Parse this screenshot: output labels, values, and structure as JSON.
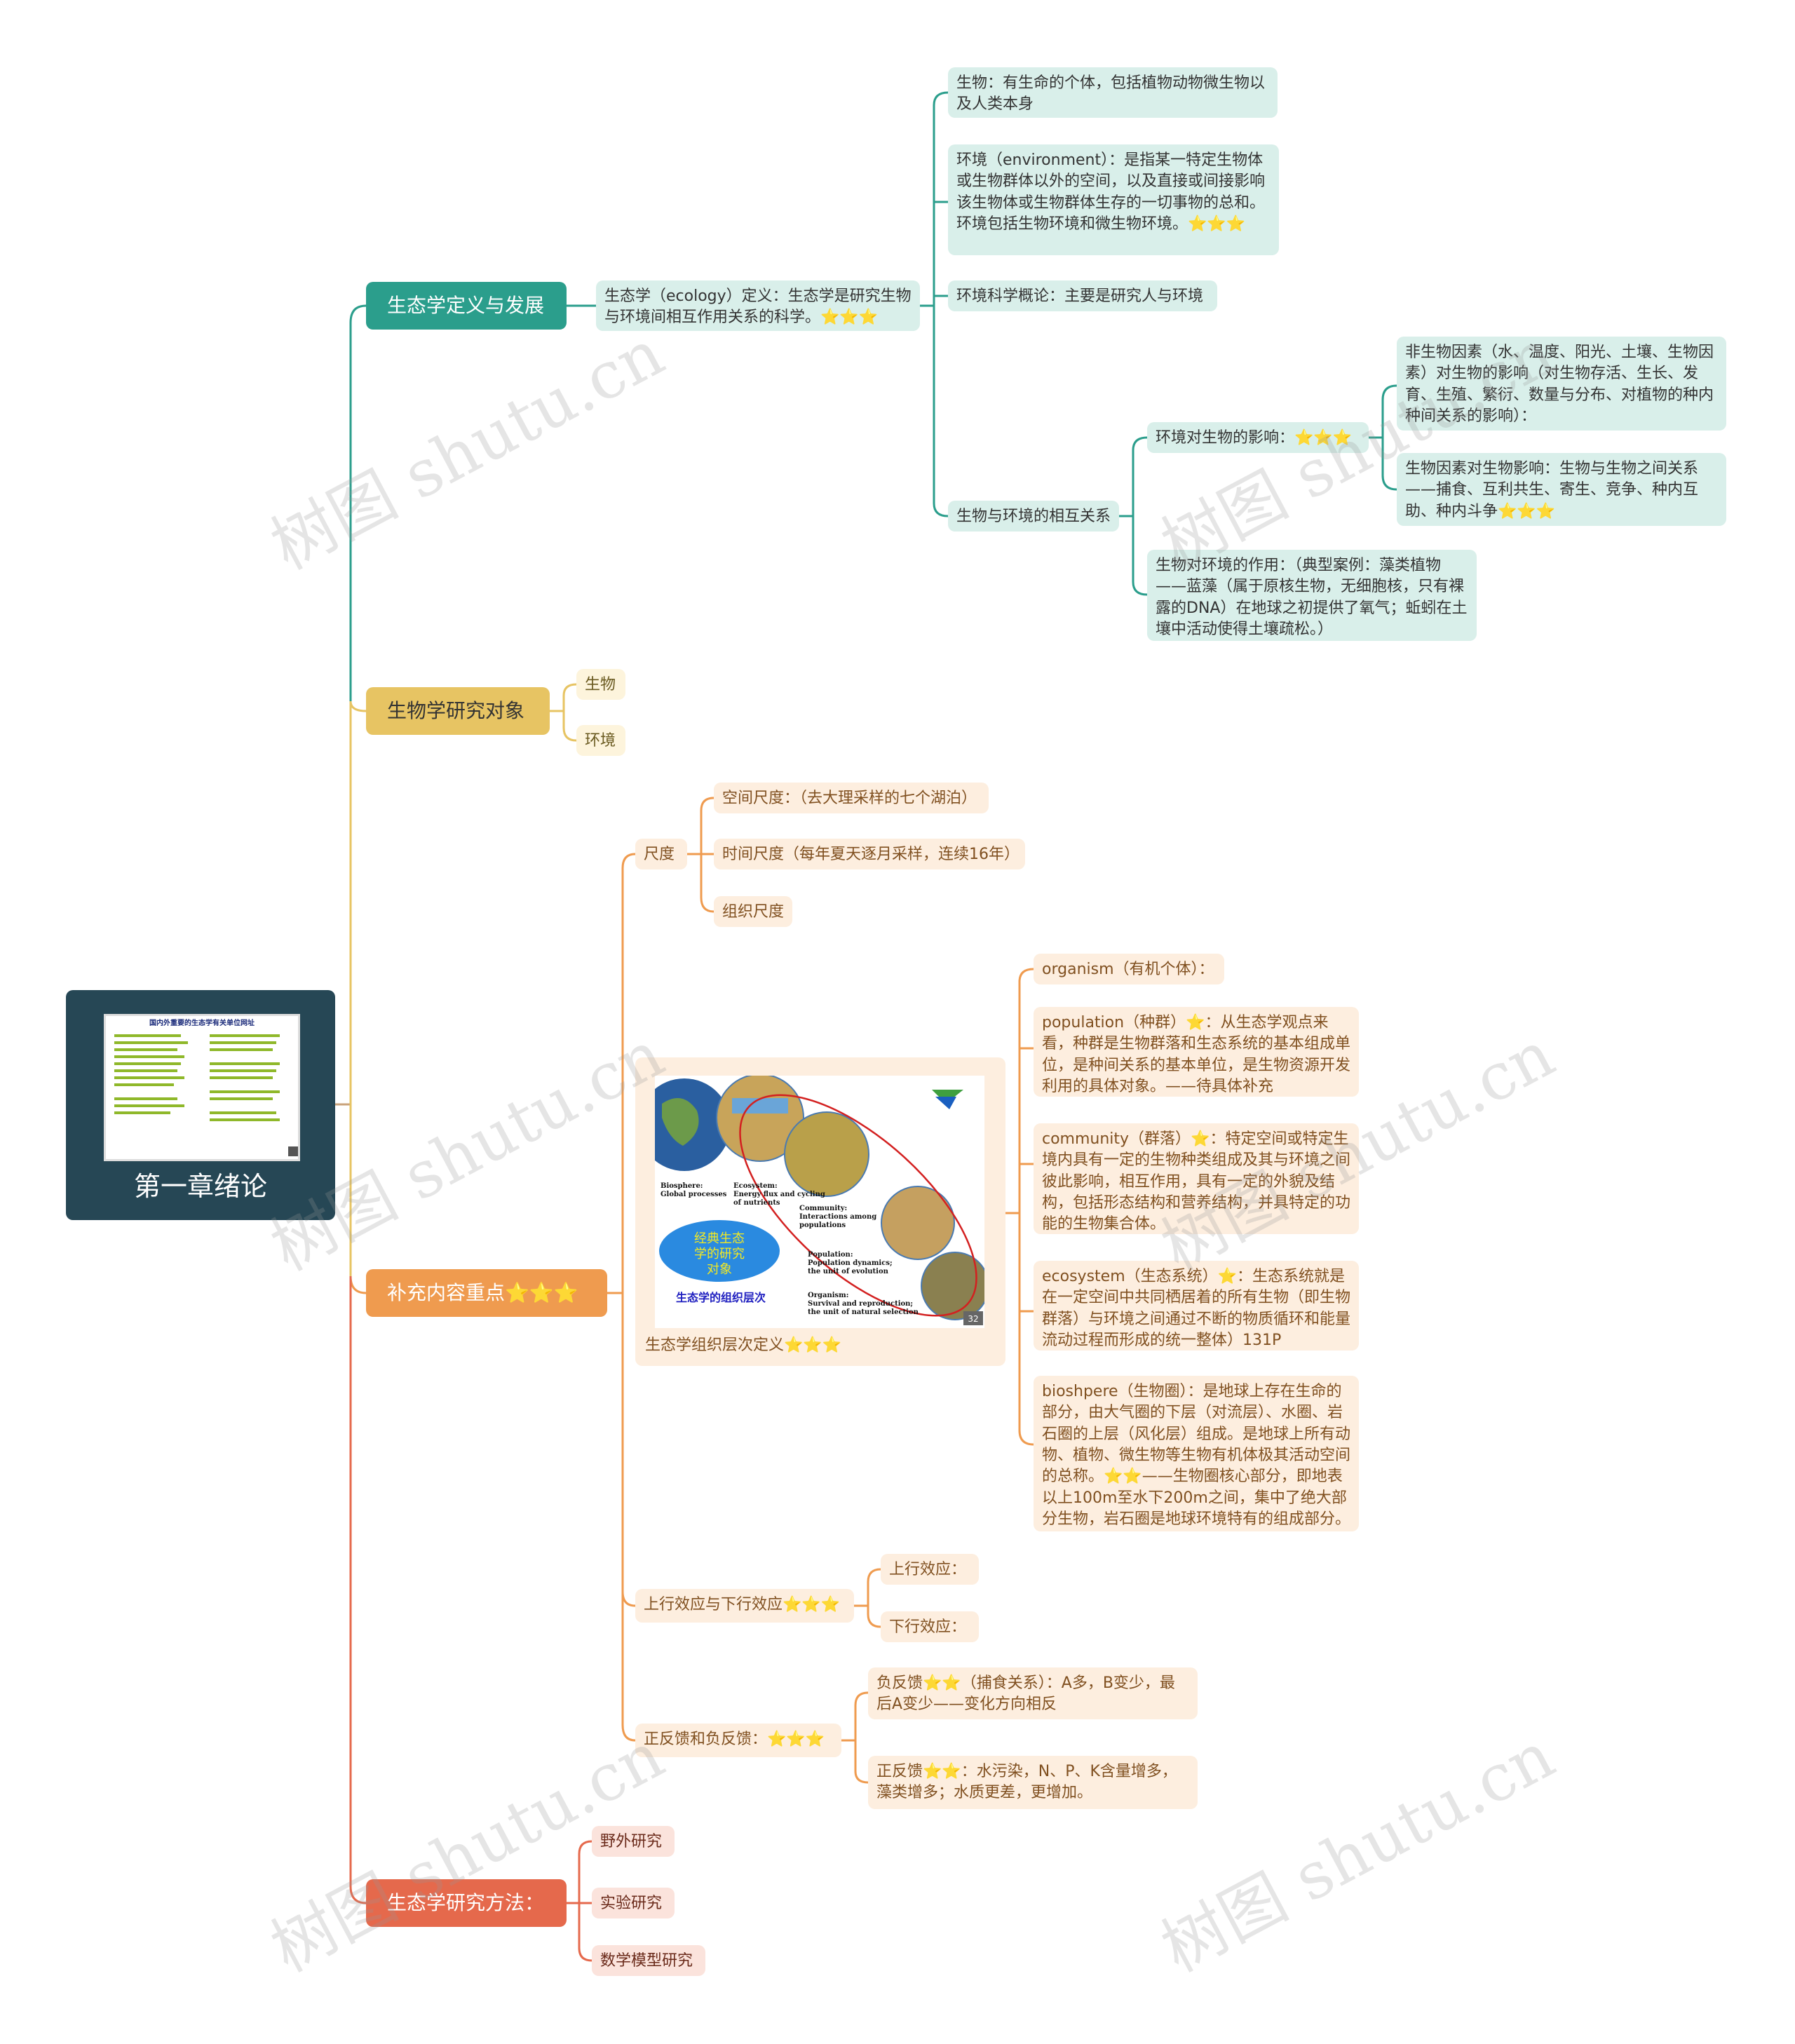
{
  "root": {
    "title": "第一章绪论",
    "thumb_heading": "国内外重要的生态学有关单位网址"
  },
  "branches": {
    "b1": {
      "label": "生态学定义与发展",
      "def": "生态学（ecology）定义：生态学是研究生物与环境间相互作用关系的科学。⭐⭐⭐",
      "org": "生物：有生命的个体，包括植物动物微生物以及人类本身",
      "env": "环境（environment）：是指某一特定生物体或生物群体以外的空间，以及直接或间接影响该生物体或生物群体生存的一切事物的总和。环境包括生物环境和微生物环境。⭐⭐⭐",
      "envsci": "环境科学概论：主要是研究人与环境",
      "rel": "生物与环境的相互关系",
      "env_effect": "环境对生物的影响：⭐⭐⭐",
      "abiotic": "非生物因素（水、温度、阳光、土壤、生物因素）对生物的影响（对生物存活、生长、发育、生殖、繁衍、数量与分布、对植物的种内种间关系的影响）：",
      "biotic": "生物因素对生物影响：生物与生物之间关系——捕食、互利共生、寄生、竞争、种内互助、种内斗争⭐⭐⭐",
      "org_effect": "生物对环境的作用：（典型案例：藻类植物——蓝藻（属于原核生物，无细胞核，只有裸露的DNA）在地球之初提供了氧气；蚯蚓在土壤中活动使得土壤疏松。）"
    },
    "b2": {
      "label": "生物学研究对象",
      "c1": "生物",
      "c2": "环境"
    },
    "b3": {
      "label": "补充内容重点⭐⭐⭐",
      "scale": "尺度",
      "space": "空间尺度：（去大理采样的七个湖泊）",
      "time": "时间尺度（每年夏天逐月采样，连续16年）",
      "organ": "组织尺度",
      "levels_caption": "生态学组织层次定义⭐⭐⭐",
      "img": {
        "biosphere": "Biosphere:\nGlobal processes",
        "ecosystem": "Ecosystem:\nEnergy flux and cycling\nof nutrients",
        "community": "Community:\nInteractions among\npopulations",
        "population": "Population:\nPopulation dynamics;\nthe unit of evolution",
        "organism": "Organism:\nSurvival and reproduction;\nthe unit of natural selection",
        "cloud": "经典生态\n学的研究\n对象",
        "levels": "生态学的组织层次",
        "page": "32"
      },
      "organism": "organism（有机个体）：",
      "population": "population（种群）⭐：从生态学观点来看，种群是生物群落和生态系统的基本组成单位，是种间关系的基本单位，是生物资源开发利用的具体对象。——待具体补充",
      "community": "community（群落）⭐：特定空间或特定生境内具有一定的生物种类组成及其与环境之间彼此影响，相互作用，具有一定的外貌及结构，包括形态结构和营养结构，并具特定的功能的生物集合体。",
      "ecosystem": "ecosystem（生态系统）⭐：生态系统就是在一定空间中共同栖居着的所有生物（即生物群落）与环境之间通过不断的物质循环和能量流动过程而形成的统一整体）131P",
      "biosphere": "bioshpere（生物圈）：是地球上存在生命的部分，由大气圈的下层（对流层）、水圈、岩石圈的上层（风化层）组成。是地球上所有动物、植物、微生物等生物有机体极其活动空间的总称。⭐⭐——生物圈核心部分，即地表以上100m至水下200m之间，集中了绝大部分生物，岩石圈是地球环境特有的组成部分。",
      "cascade": "上行效应与下行效应⭐⭐⭐",
      "up": "上行效应：",
      "down": "下行效应：",
      "feedback": "正反馈和负反馈：⭐⭐⭐",
      "neg": "负反馈⭐⭐（捕食关系）：A多，B变少，最后A变少——变化方向相反",
      "pos": "正反馈⭐⭐：水污染，N、P、K含量增多，藻类增多；水质更差，更增加。"
    },
    "b4": {
      "label": "生态学研究方法：",
      "c1": "野外研究",
      "c2": "实验研究",
      "c3": "数学模型研究"
    }
  },
  "watermark": "树图 shutu.cn",
  "colors": {
    "teal": "#2b9e8c",
    "yellow": "#e7c463",
    "orange": "#ef9b4f",
    "red": "#e5694c",
    "root": "#264755"
  }
}
